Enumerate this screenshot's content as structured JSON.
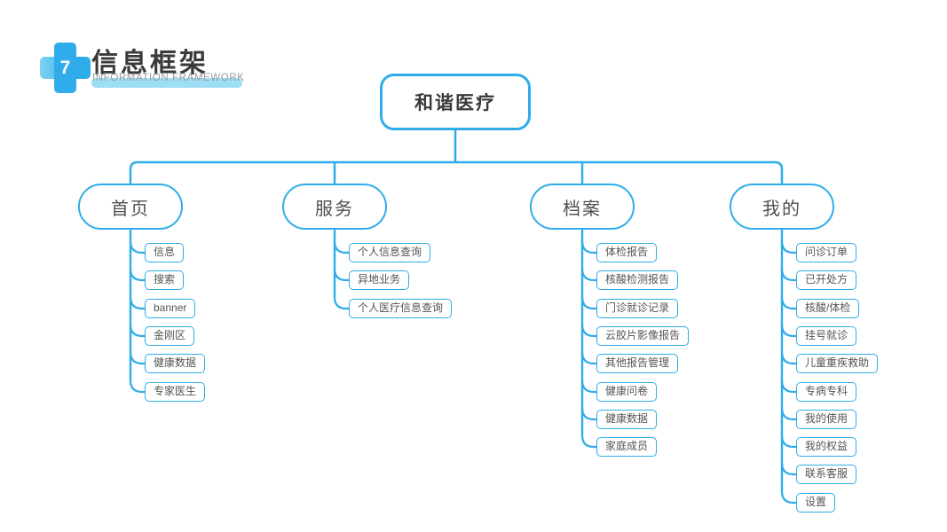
{
  "header": {
    "badge_number": "7",
    "title": "信息框架",
    "subtitle": "INFORMATION FRAMEWORK"
  },
  "colors": {
    "accent": "#2FACE9",
    "accent_light": "#7ED3F2",
    "text_dark": "#3A3A3A",
    "node_text": "#555555"
  },
  "tree": {
    "root": "和谐医疗",
    "branches": [
      {
        "label": "首页",
        "children": [
          "信息",
          "搜索",
          "banner",
          "金刚区",
          "健康数据",
          "专家医生"
        ]
      },
      {
        "label": "服务",
        "children": [
          "个人信息查询",
          "异地业务",
          "个人医疗信息查询"
        ]
      },
      {
        "label": "档案",
        "children": [
          "体检报告",
          "核酸检测报告",
          "门诊就诊记录",
          "云胶片影像报告",
          "其他报告管理",
          "健康问卷",
          "健康数据",
          "家庭成员"
        ]
      },
      {
        "label": "我的",
        "children": [
          "问诊订单",
          "已开处方",
          "核酸/体检",
          "挂号就诊",
          "儿童重疾救助",
          "专病专科",
          "我的使用",
          "我的权益",
          "联系客服",
          "设置"
        ]
      }
    ]
  }
}
